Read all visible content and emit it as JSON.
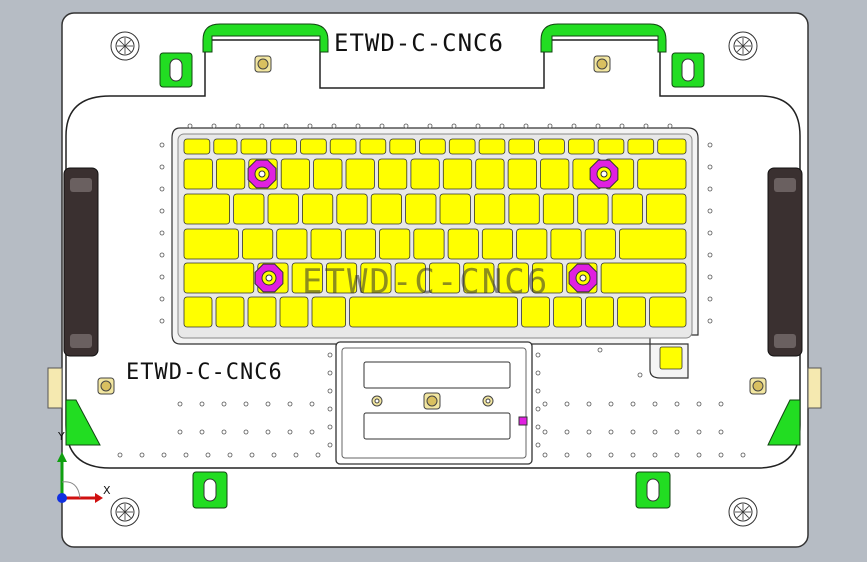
{
  "labels": {
    "top": "ETWD-C-CNC6",
    "left": "ETWD-C-CNC6",
    "center": "ETWD-C-CNC6"
  },
  "axis": {
    "x": "X",
    "y": "Y"
  },
  "colors": {
    "background": "#b6bcc4",
    "plate": "#ffffff",
    "key_fill": "#ffff00",
    "locator_pin": "#e020e0",
    "clamp": "#22dd22",
    "handle": "#3a3030",
    "axis_x": "#d01010",
    "axis_y": "#10a010",
    "axis_z": "#1030e0"
  },
  "icons": [
    "screw-icon",
    "clamp-icon",
    "handle-icon",
    "locator-pin-icon",
    "axis-triad-icon"
  ]
}
